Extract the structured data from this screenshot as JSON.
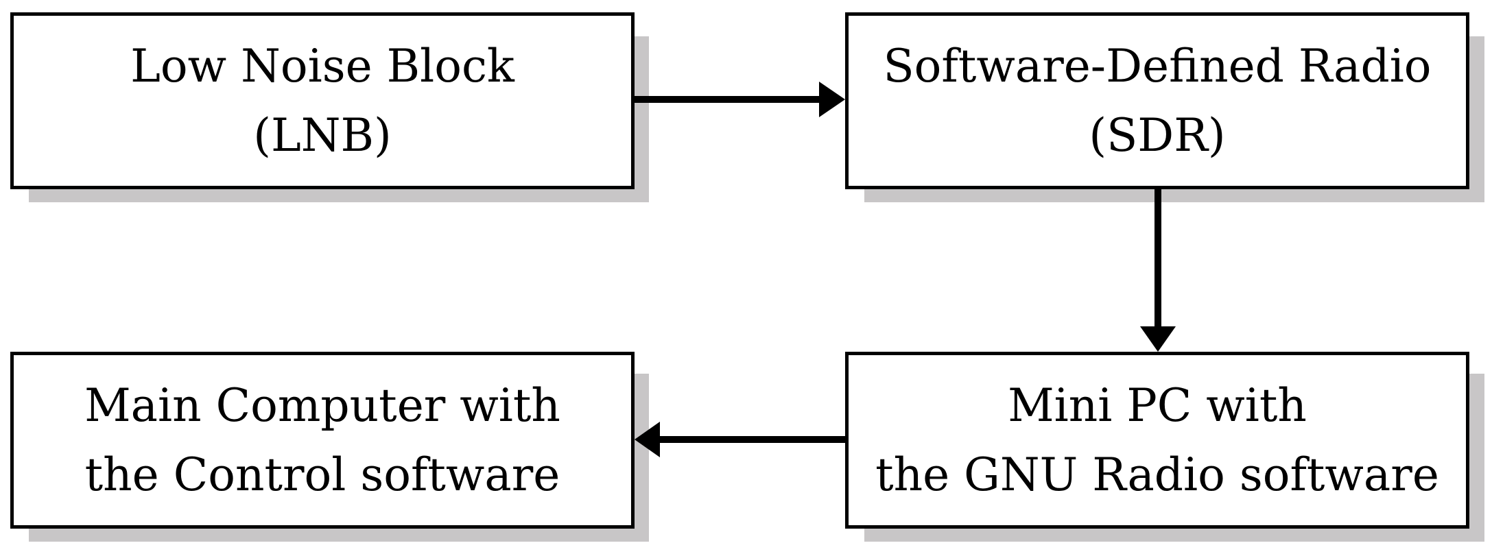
{
  "nodes": {
    "lnb": {
      "line1": "Low Noise Block",
      "line2": "(LNB)"
    },
    "sdr": {
      "line1": "Software-Defined Radio",
      "line2": "(SDR)"
    },
    "mini_pc": {
      "line1": "Mini PC with",
      "line2": "the GNU Radio software"
    },
    "main_computer": {
      "line1": "Main Computer with",
      "line2": "the Control software"
    }
  },
  "edges": [
    {
      "from": "lnb",
      "to": "sdr"
    },
    {
      "from": "sdr",
      "to": "mini_pc"
    },
    {
      "from": "mini_pc",
      "to": "main_computer"
    }
  ],
  "colors": {
    "border": "#000000",
    "shadow": "#c8c6c7",
    "background": "#ffffff"
  }
}
